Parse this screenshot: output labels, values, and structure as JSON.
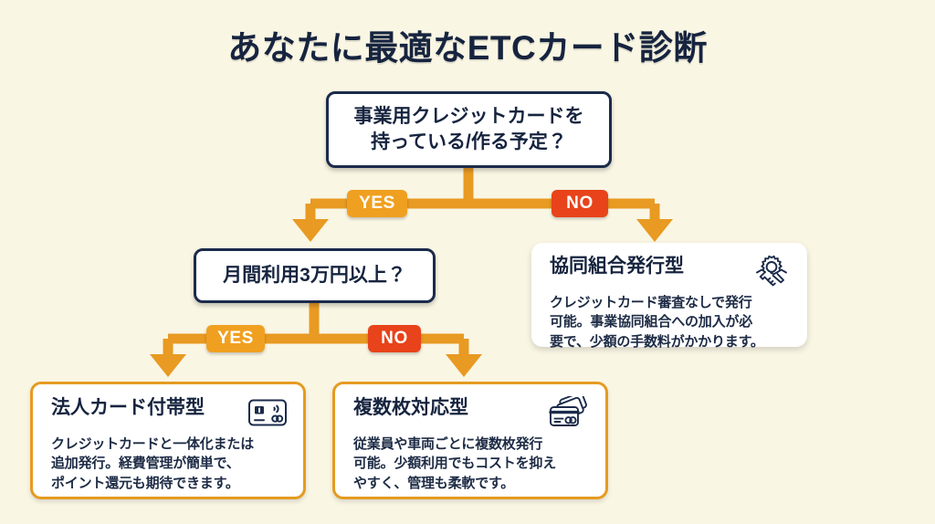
{
  "page": {
    "title": "あなたに最適なETCカード診断",
    "background_color": "#FAF6E4",
    "title_color": "#16243F"
  },
  "colors": {
    "connector_orange": "#E89A22",
    "badge_yes": "#F0A020",
    "badge_no": "#E8431A",
    "box_border_navy": "#1B2B4B",
    "card_border_orange": "#E59B20",
    "card_background": "#FFFFFF",
    "text_navy": "#16243F"
  },
  "flow": {
    "decisions": [
      {
        "id": "decision-1",
        "line1": "事業用クレジットカードを",
        "line2": "持っている/作る予定？"
      },
      {
        "id": "decision-2",
        "line1": "月間利用3万円以上？"
      }
    ],
    "badges": [
      {
        "id": "badge-yes-1",
        "label": "YES",
        "type": "yes"
      },
      {
        "id": "badge-no-1",
        "label": "NO",
        "type": "no"
      },
      {
        "id": "badge-yes-2",
        "label": "YES",
        "type": "yes"
      },
      {
        "id": "badge-no-2",
        "label": "NO",
        "type": "no"
      }
    ],
    "results": [
      {
        "id": "card-coop",
        "title": "協同組合発行型",
        "icon": "handshake-gear-icon",
        "desc_line1": "クレジットカード審査なしで発行",
        "desc_line2": "可能。事業協同組合への加入が必",
        "desc_line3": "要で、少額の手数料がかかります。"
      },
      {
        "id": "card-corp",
        "title": "法人カード付帯型",
        "icon": "contactless-card-icon",
        "desc_line1": "クレジットカードと一体化または",
        "desc_line2": "追加発行。経費管理が簡単で、",
        "desc_line3": "ポイント還元も期待できます。"
      },
      {
        "id": "card-multi",
        "title": "複数枚対応型",
        "icon": "multiple-cards-icon",
        "desc_line1": "従業員や車両ごとに複数枚発行",
        "desc_line2": "可能。少額利用でもコストを抑え",
        "desc_line3": "やすく、管理も柔軟です。"
      }
    ]
  },
  "chart_data": {
    "type": "flowchart",
    "title": "あなたに最適なETCカード診断",
    "nodes": [
      {
        "id": "q1",
        "kind": "decision",
        "text": "事業用クレジットカードを持っている/作る予定？"
      },
      {
        "id": "q2",
        "kind": "decision",
        "text": "月間利用3万円以上？"
      },
      {
        "id": "r_coop",
        "kind": "result",
        "text": "協同組合発行型"
      },
      {
        "id": "r_corp",
        "kind": "result",
        "text": "法人カード付帯型"
      },
      {
        "id": "r_multi",
        "kind": "result",
        "text": "複数枚対応型"
      }
    ],
    "edges": [
      {
        "from": "q1",
        "to": "q2",
        "label": "YES"
      },
      {
        "from": "q1",
        "to": "r_coop",
        "label": "NO"
      },
      {
        "from": "q2",
        "to": "r_corp",
        "label": "YES"
      },
      {
        "from": "q2",
        "to": "r_multi",
        "label": "NO"
      }
    ]
  }
}
